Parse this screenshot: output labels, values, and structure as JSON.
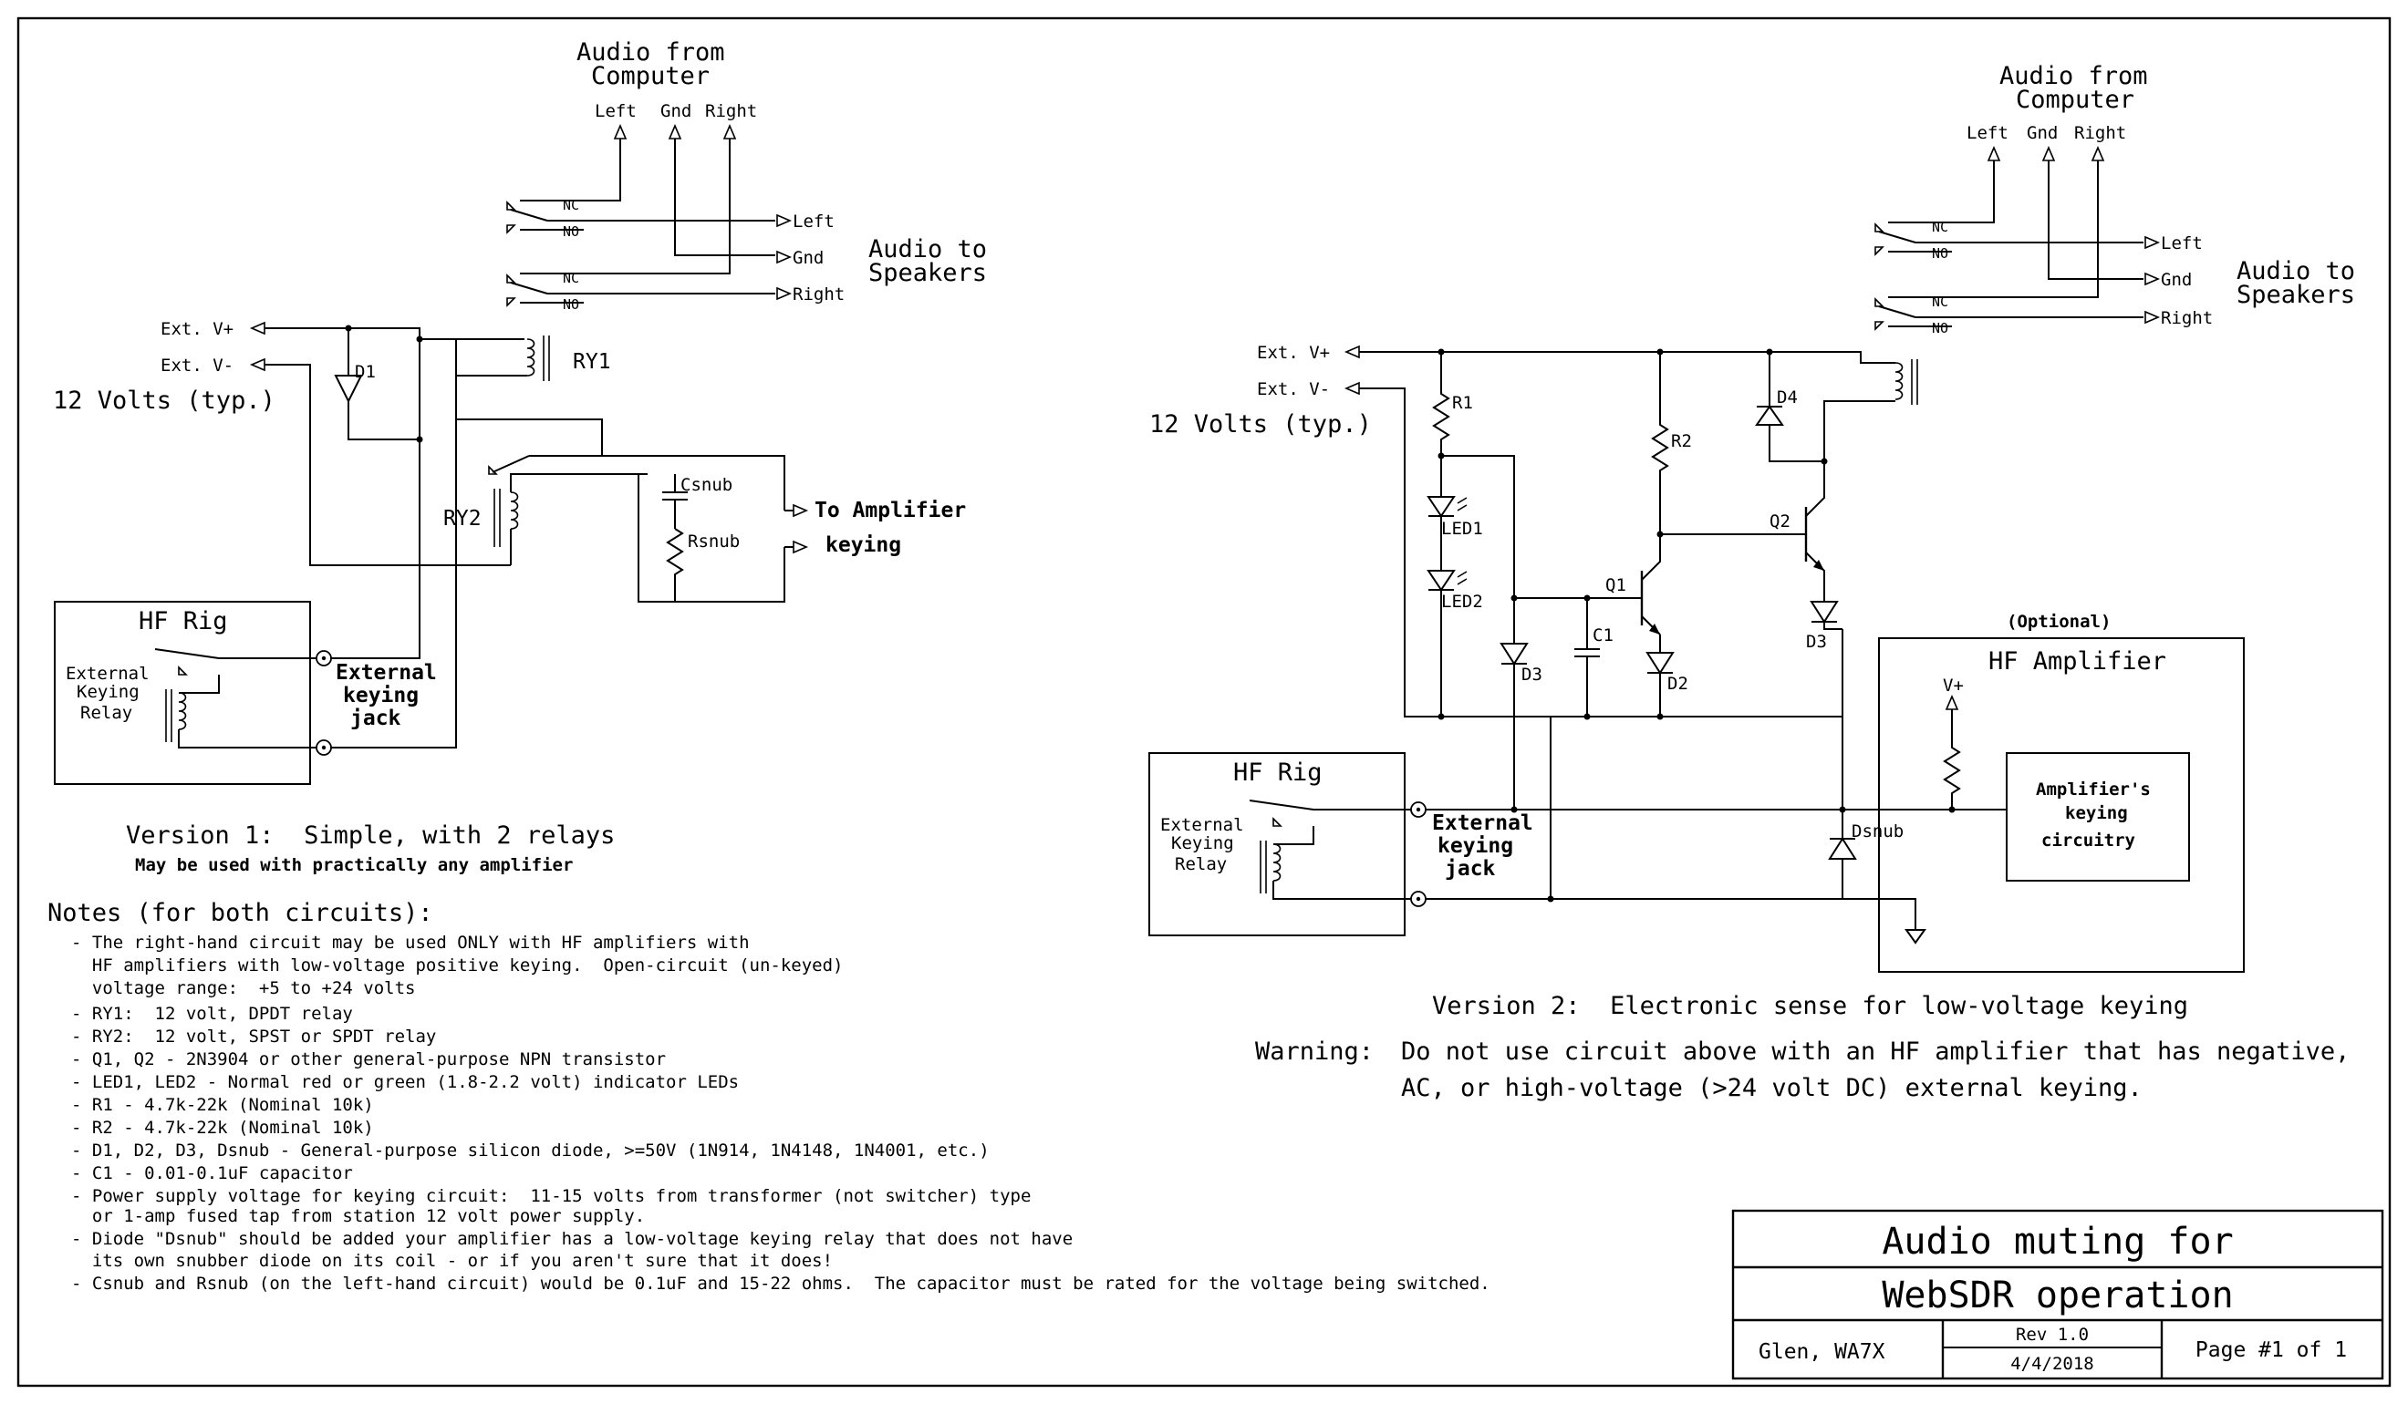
{
  "v1": {
    "audio_from": [
      "Audio from",
      "Computer"
    ],
    "left": "Left",
    "gnd": "Gnd",
    "right": "Right",
    "nc": "NC",
    "no": "NO",
    "out_left": "Left",
    "out_gnd": "Gnd",
    "out_right": "Right",
    "audio_to": [
      "Audio to",
      "Speakers"
    ],
    "ext_vp": "Ext. V+",
    "ext_vm": "Ext. V-",
    "volts": "12 Volts (typ.)",
    "d1": "D1",
    "ry1": "RY1",
    "ry2": "RY2",
    "csnub": "Csnub",
    "rsnub": "Rsnub",
    "to_amp": "To Amplifier",
    "keying": "keying",
    "hf_rig": "HF Rig",
    "ext_keying_relay": [
      "External",
      "Keying",
      "Relay"
    ],
    "ext_keying_jack": [
      "External",
      "keying",
      "jack"
    ],
    "caption": "Version 1:  Simple, with 2 relays",
    "subcaption": "May be used with practically any amplifier"
  },
  "v2": {
    "audio_from": [
      "Audio from",
      "Computer"
    ],
    "left": "Left",
    "gnd": "Gnd",
    "right": "Right",
    "nc": "NC",
    "no": "NO",
    "out_left": "Left",
    "out_gnd": "Gnd",
    "out_right": "Right",
    "audio_to": [
      "Audio to",
      "Speakers"
    ],
    "ext_vp": "Ext. V+",
    "ext_vm": "Ext. V-",
    "volts": "12 Volts (typ.)",
    "r1": "R1",
    "r2": "R2",
    "d4": "D4",
    "led1": "LED1",
    "led2": "LED2",
    "q1": "Q1",
    "q2": "Q2",
    "c1": "C1",
    "d2": "D2",
    "d3a": "D3",
    "d3b": "D3",
    "optional": "(Optional)",
    "hf_amp": "HF Amplifier",
    "vplus": "V+",
    "amp_keying": [
      "Amplifier's",
      "keying",
      "circuitry"
    ],
    "dsnub": "Dsnub",
    "hf_rig": "HF Rig",
    "ext_keying_relay": [
      "External",
      "Keying",
      "Relay"
    ],
    "ext_keying_jack": [
      "External",
      "keying",
      "jack"
    ],
    "caption": "Version 2:  Electronic sense for low-voltage keying",
    "warning_label": "Warning:",
    "warning": [
      "Do not use circuit above with an HF amplifier that has negative,",
      "AC, or high-voltage (>24 volt DC) external keying."
    ]
  },
  "notes": {
    "heading": "Notes (for both circuits):",
    "lines": [
      "- The right-hand circuit may be used ONLY with HF amplifiers with",
      "  HF amplifiers with low-voltage positive keying.  Open-circuit (un-keyed)",
      "  voltage range:  +5 to +24 volts",
      "- RY1:  12 volt, DPDT relay",
      "- RY2:  12 volt, SPST or SPDT relay",
      "- Q1, Q2 - 2N3904 or other general-purpose NPN transistor",
      "- LED1, LED2 - Normal red or green (1.8-2.2 volt) indicator LEDs",
      "- R1 - 4.7k-22k (Nominal 10k)",
      "- R2 - 4.7k-22k (Nominal 10k)",
      "- D1, D2, D3, Dsnub - General-purpose silicon diode, >=50V (1N914, 1N4148, 1N4001, etc.)",
      "- C1 - 0.01-0.1uF capacitor",
      "- Power supply voltage for keying circuit:  11-15 volts from transformer (not switcher) type",
      "  or 1-amp fused tap from station 12 volt power supply.",
      "- Diode \"Dsnub\" should be added your amplifier has a low-voltage keying relay that does not have",
      "  its own snubber diode on its coil - or if you aren't sure that it does!",
      "- Csnub and Rsnub (on the left-hand circuit) would be 0.1uF and 15-22 ohms.  The capacitor must be rated for the voltage being switched."
    ]
  },
  "title_block": {
    "title1": "Audio muting for",
    "title2": "WebSDR operation",
    "author": "Glen, WA7X",
    "rev": "Rev 1.0",
    "date": "4/4/2018",
    "page": "Page #1 of 1"
  }
}
